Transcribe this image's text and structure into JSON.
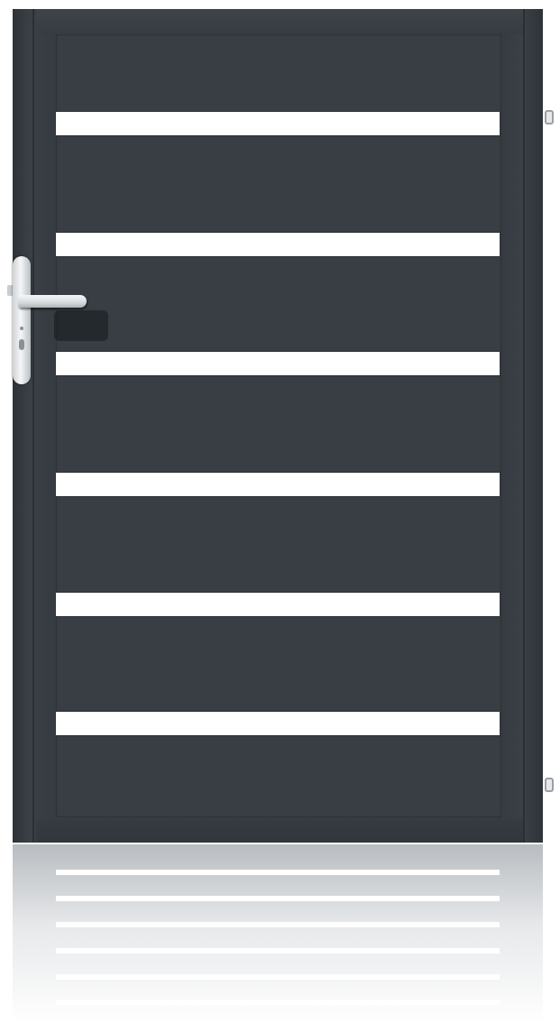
{
  "scene": {
    "subject": "gate",
    "frame_color": "#373d43",
    "panel_color": "#383e44",
    "gap_color": "#ffffff",
    "handle_color": "#e9ecee"
  },
  "gate": {
    "slat_gap_count": 6,
    "hinge_count": 2,
    "handle_side": "left"
  }
}
